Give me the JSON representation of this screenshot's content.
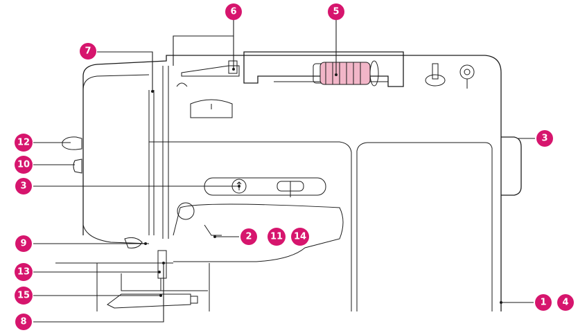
{
  "colors": {
    "badge": "#d6156d",
    "line": "#1a1a1a",
    "spool": "#f2b6c8"
  },
  "callouts": {
    "c1": "1",
    "c2": "2",
    "c3a": "3",
    "c3b": "3",
    "c4": "4",
    "c5": "5",
    "c6": "6",
    "c7": "7",
    "c8": "8",
    "c9": "9",
    "c10": "10",
    "c11": "11",
    "c12": "12",
    "c13": "13",
    "c14": "14",
    "c15": "15"
  }
}
